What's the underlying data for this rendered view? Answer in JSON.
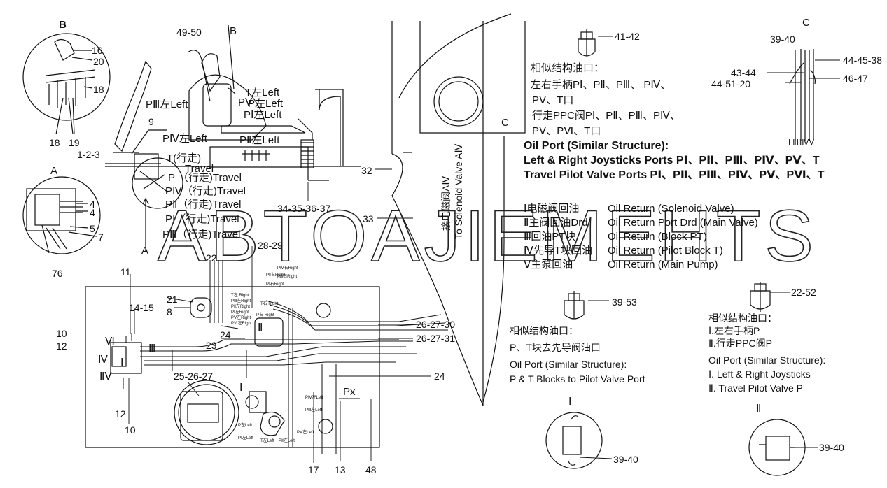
{
  "callouts": {
    "c_16": "16",
    "c_20a": "20",
    "c_18a": "18",
    "c_18b": "18",
    "c_19": "19",
    "c_4a": "4",
    "c_4b": "4",
    "c_5": "5",
    "c_7": "7",
    "c_76": "76",
    "c_4950": "49-50",
    "c_9": "9",
    "c_123": "1-2-3",
    "c_343537": "34-35-36-37",
    "c_32": "32",
    "c_33": "33",
    "c_2829": "28-29",
    "c_22": "22",
    "c_21": "21",
    "c_8": "8",
    "c_24a": "24",
    "c_23": "23",
    "c_11": "11",
    "c_1415": "14-15",
    "c_10a": "10",
    "c_12a": "12",
    "c_252627": "25-26-27",
    "c_262730": "26-27-30",
    "c_262731": "26-27-31",
    "c_24b": "24",
    "c_12b": "12",
    "c_10b": "10",
    "c_17": "17",
    "c_13": "13",
    "c_48": "48",
    "c_4142": "41-42",
    "c_3940a": "39-40",
    "c_444538": "44-45-38",
    "c_4344": "43-44",
    "c_445120": "44-51-20",
    "c_4647": "46-47",
    "c_3953": "39-53",
    "c_2252": "22-52",
    "c_3940b": "39-40",
    "c_3940c": "39-40"
  },
  "letters": {
    "b1": "B",
    "b2": "B",
    "a1": "A",
    "a2": "A",
    "c1": "C",
    "c2": "C",
    "px": "Px",
    "roman1": "Ⅰ",
    "roman2": "Ⅱ",
    "romanII": "Ⅱ",
    "vi": "Ⅵ",
    "iii": "Ⅲ",
    "iv": "Ⅳ",
    "i": "Ⅰ",
    "ii": "ⅡⅤ",
    "iBlock": "Ⅰ"
  },
  "port_labels": {
    "p3_left": "PⅢ左Left",
    "t_left": "T左Left",
    "p5": "PⅤ",
    "p_left": "P左Left",
    "p1_left": "PⅠ左Left",
    "p4_left": "PⅣ左Left",
    "p2_left": "PⅡ左Left",
    "t_travel1": "T(行走)",
    "t_travel2": "Travel",
    "p_travel": "P （行走)Travel",
    "p4_travel": "PⅣ（行走)Travel",
    "p2_travel": "PⅡ（行走)Travel",
    "p1_travel": "PⅠ（行走)Travel",
    "p3_travel": "PⅢ（行走)Travel"
  },
  "vertical_labels": {
    "solenoid_cn": "接电磁阀AⅣ",
    "solenoid_en": "To Solenoid Valve AⅣ"
  },
  "small_labels": {
    "s1": "PⅣ右Right",
    "s2": "PⅡ右Right",
    "s3": "PⅢ右Right",
    "s4": "PⅠ右Right",
    "s5": "T右 Right",
    "s6": "P右 Right",
    "s7": "T左 Right",
    "s8": "PⅢ左Right",
    "s9": "PⅡ左Right",
    "s10": "PⅠ左Right",
    "s11": "PⅤ左Right",
    "s12": "PⅥ左Right",
    "m1": "PⅣ左Left",
    "m2": "PⅢ左Left",
    "m3": "P左Left",
    "m4": "PⅠ左Left",
    "m5": "T左Left",
    "m6": "PⅡ左Left",
    "m7": "PⅤ左Left"
  },
  "note_top": {
    "line1": "相似结构油口：",
    "line2": "左右手柄PⅠ、PⅡ、PⅢ、 PⅣ、",
    "line3": "PⅤ、T口",
    "line4": "行走PPC阀PⅠ、PⅡ、PⅢ、PⅣ、",
    "line5": "PⅤ、PⅥ、T口",
    "line6": "Oil Port (Similar Structure):",
    "line7": "Left & Right Joysticks Ports PⅠ、PⅡ、PⅢ、PⅣ、PⅤ、T",
    "line8": "Travel Pilot Valve Ports PⅠ、PⅡ、PⅢ、PⅣ、PⅤ、PⅥ、T"
  },
  "returns": {
    "r1_cn": "Ⅰ电磁阀回油",
    "r1_en": "Oil Return (Solenoid Valve)",
    "r2_cn": "Ⅱ主阀回油Drd",
    "r2_en": "Oil Return Port Drd (Main Valve)",
    "r3_cn": "Ⅲ回油PT块",
    "r3_en": "Oil Return (Block PT)",
    "r4_cn": "Ⅳ先导T块回油",
    "r4_en": "Oil Return (Pilot Block T)",
    "r5_cn": "Ⅴ主泵回油",
    "r5_en": "Oil Return (Main Pump)"
  },
  "note_mid": {
    "line1": "相似结构油口：",
    "line2": "P、T块去先导阀油口",
    "line3": "Oil Port (Similar Structure):",
    "line4": "P & T Blocks to Pilot Valve Port"
  },
  "note_right": {
    "line1": "相似结构油口：",
    "line2": "Ⅰ.左右手柄P",
    "line3": "Ⅱ.行走PPC阀P",
    "line4": "Oil Port (Similar Structure):",
    "line5": "Ⅰ. Left & Right Joysticks",
    "line6": "Ⅱ. Travel Pilot Valve P"
  },
  "c_roman": "Ⅰ ⅡⅢⅣⅤ",
  "watermark": "ABTOAJIEMEHTS"
}
